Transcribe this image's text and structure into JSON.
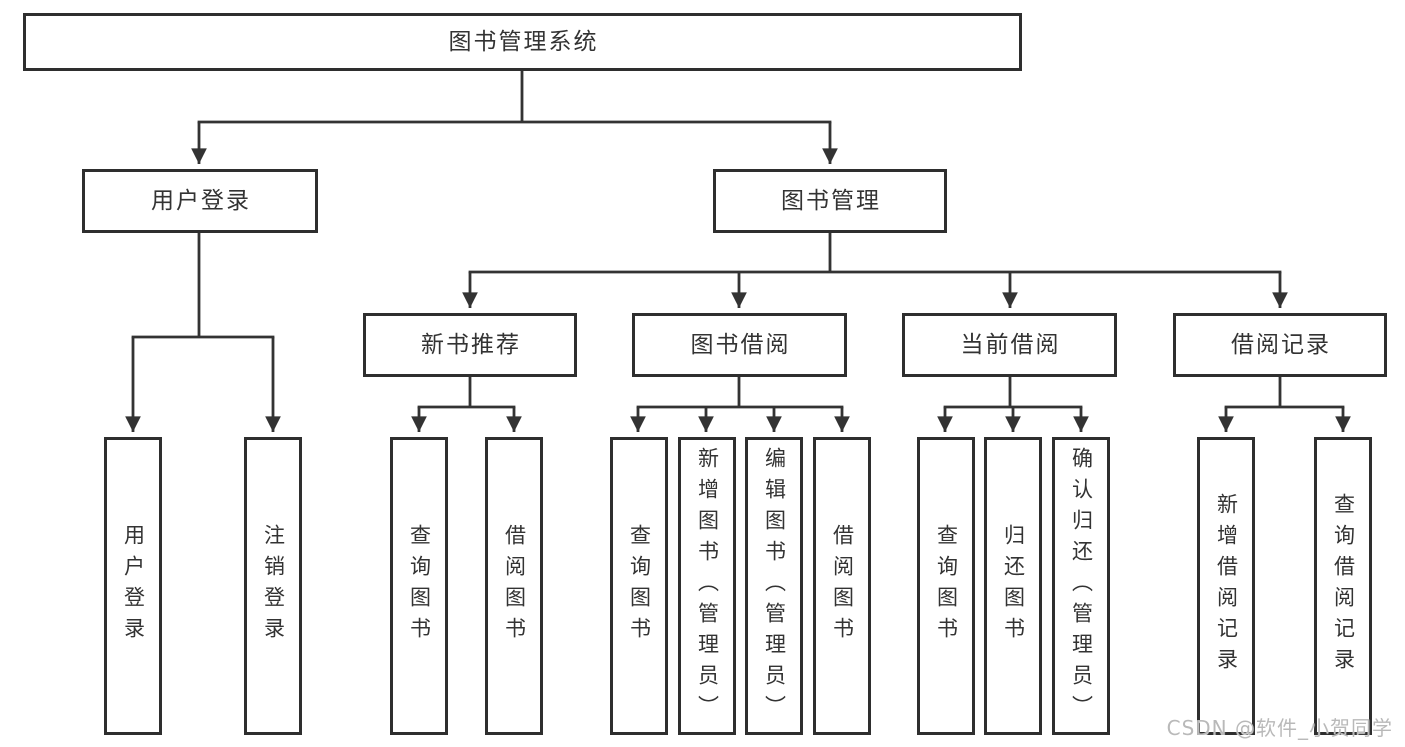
{
  "diagram_title": "图书管理系统",
  "watermark": "CSDN @软件_小贺同学",
  "colors": {
    "line": "#333333",
    "box_border": "#2e2e2e",
    "box_fill": "#ffffff",
    "text": "#333333",
    "watermark_text": "#b9b9b9",
    "background": "#ffffff"
  },
  "tree": {
    "root": "图书管理系统",
    "level2": [
      {
        "label": "用户登录"
      },
      {
        "label": "图书管理"
      }
    ],
    "level3": [
      {
        "label": "新书推荐"
      },
      {
        "label": "图书借阅"
      },
      {
        "label": "当前借阅"
      },
      {
        "label": "借阅记录"
      }
    ],
    "leaves": {
      "user_login": [
        "用户登录",
        "注销登录"
      ],
      "new_books": [
        "查询图书",
        "借阅图书"
      ],
      "book_borrow": [
        "查询图书",
        "新增图书（管理员）",
        "编辑图书（管理员）",
        "借阅图书"
      ],
      "current_borrow": [
        "查询图书",
        "归还图书",
        "确认归还（管理员）"
      ],
      "borrow_records": [
        "新增借阅记录",
        "查询借阅记录"
      ]
    }
  }
}
